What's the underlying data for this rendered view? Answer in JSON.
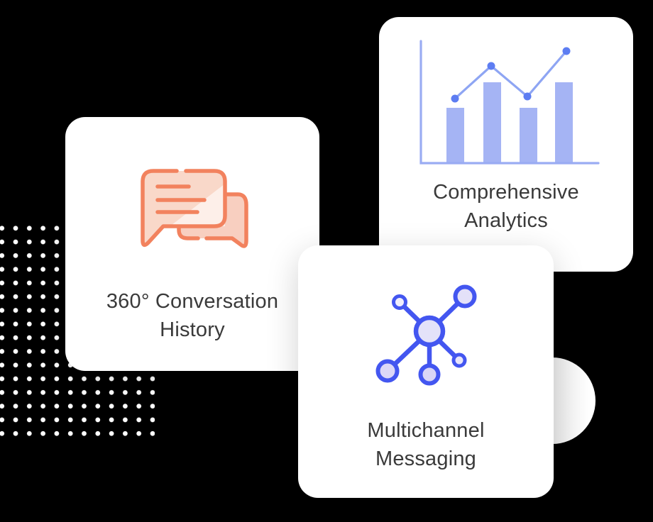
{
  "page": {
    "background_color": "#000000",
    "text_color": "#3A3A3A"
  },
  "decorations": {
    "dot_grid": {
      "color": "#FFFFFF",
      "rows": 16,
      "cols": 12,
      "description": "white dotted square grid partially hidden behind conversation card"
    },
    "accent_circle": {
      "color": "#ECECEC",
      "description": "light gray circle half hidden behind right edge of multichannel card"
    }
  },
  "cards": [
    {
      "id": "conversation-history",
      "title_line1": "360° Conversation",
      "title_line2": "History",
      "icon": "chat-bubbles-icon",
      "icon_colors": {
        "stroke": "#F2825E",
        "fill_front": "#F9D8C9",
        "fill_back": "#F8CFC0"
      }
    },
    {
      "id": "comprehensive-analytics",
      "title_line1": "Comprehensive",
      "title_line2": "Analytics",
      "icon": "bar-line-chart-icon",
      "icon_colors": {
        "bar_fill": "#A5B4F4",
        "axis_stroke": "#9AACF3",
        "line_stroke": "#8EA5F3",
        "point_fill": "#5D7DF2"
      }
    },
    {
      "id": "multichannel-messaging",
      "title_line1": "Multichannel",
      "title_line2": "Messaging",
      "icon": "network-nodes-icon",
      "icon_colors": {
        "stroke": "#4356F0",
        "fill": "#E2E0F8"
      }
    }
  ]
}
